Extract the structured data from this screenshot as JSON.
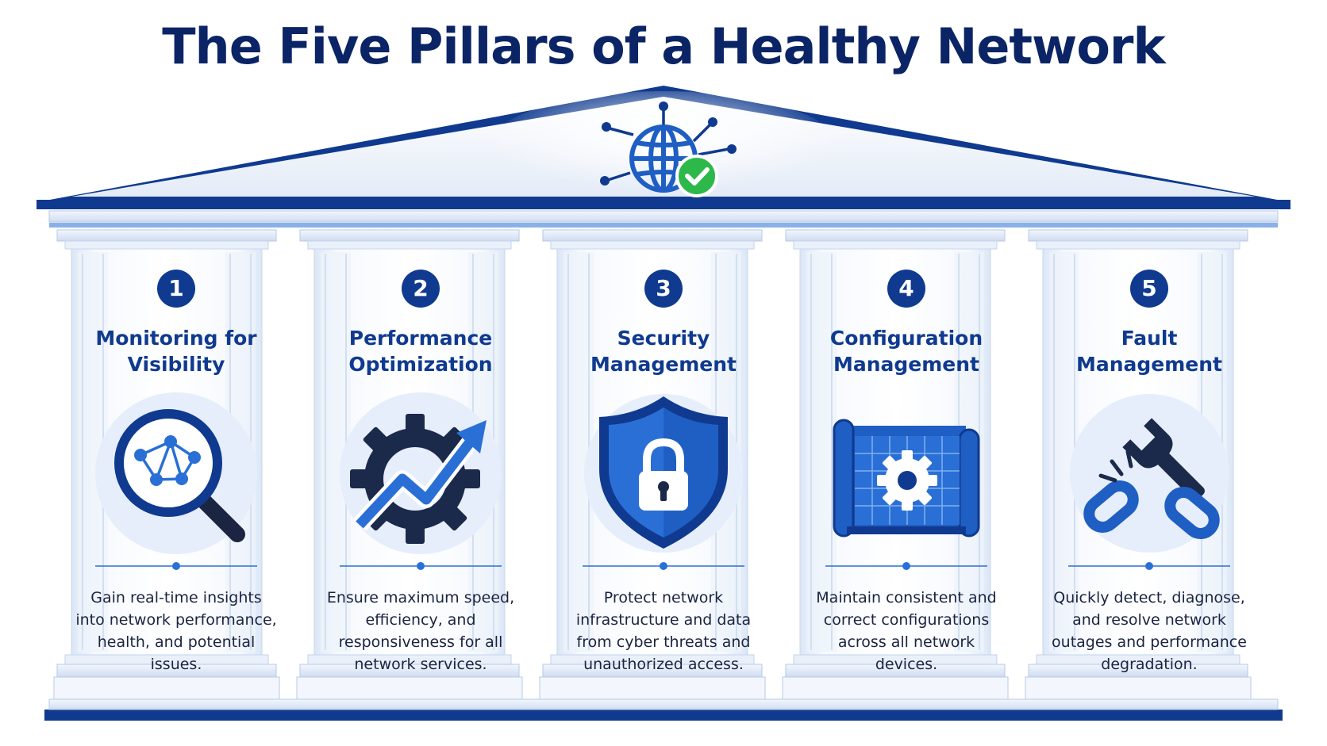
{
  "title": "The Five Pillars of a Healthy Network",
  "colors": {
    "navy": "#0b2466",
    "primary_blue": "#0f3a8f",
    "accent_blue": "#2a6fd6",
    "pale_blue": "#e6eefb",
    "check_green": "#2db84a"
  },
  "roof_icon": "globe-network-check-icon",
  "pillars": [
    {
      "number": "1",
      "title": "Monitoring for\nVisibility",
      "icon": "magnifier-network-icon",
      "description": "Gain real-time insights\ninto network performance,\nhealth, and potential\nissues."
    },
    {
      "number": "2",
      "title": "Performance\nOptimization",
      "icon": "gear-trend-arrow-icon",
      "description": "Ensure maximum speed,\nefficiency, and\nresponsiveness for all\nnetwork services."
    },
    {
      "number": "3",
      "title": "Security\nManagement",
      "icon": "shield-lock-icon",
      "description": "Protect network\ninfrastructure and data\nfrom cyber threats and\nunauthorized access."
    },
    {
      "number": "4",
      "title": "Configuration\nManagement",
      "icon": "blueprint-gear-icon",
      "description": "Maintain consistent and\ncorrect configurations\nacross all network\ndevices."
    },
    {
      "number": "5",
      "title": "Fault\nManagement",
      "icon": "wrench-broken-link-icon",
      "description": "Quickly detect, diagnose,\nand resolve network\noutages and performance\ndegradation."
    }
  ]
}
